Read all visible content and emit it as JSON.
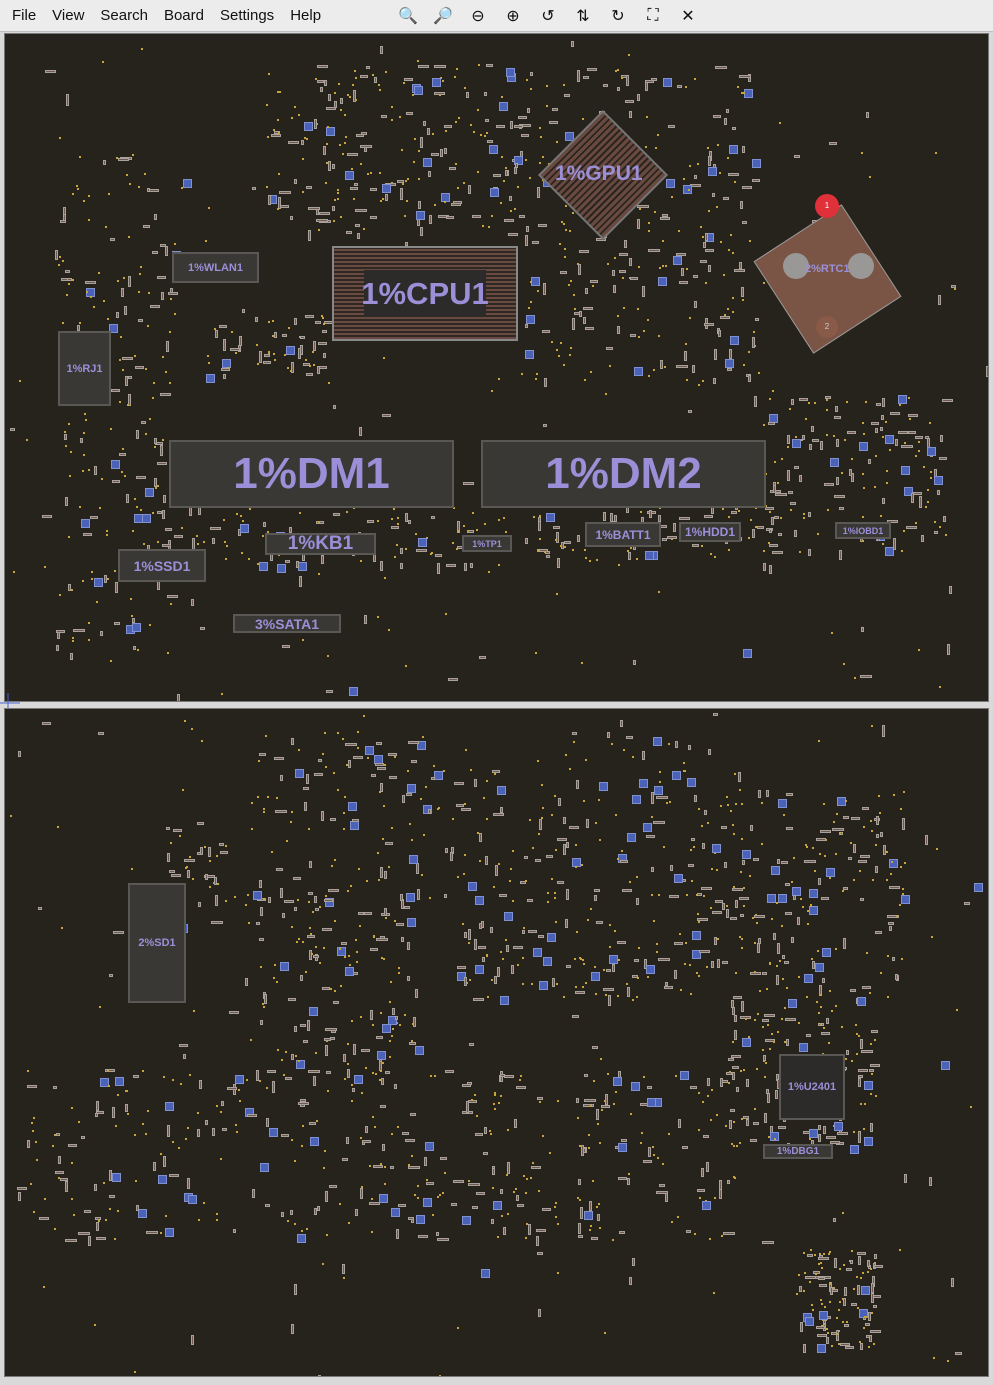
{
  "menu": [
    "File",
    "View",
    "Search",
    "Board",
    "Settings",
    "Help"
  ],
  "toolbar": [
    {
      "icon": "zoom-out-icon",
      "glyph": "🔍"
    },
    {
      "icon": "zoom-in-icon",
      "glyph": "🔎"
    },
    {
      "icon": "minus-circle-icon",
      "glyph": "⊖"
    },
    {
      "icon": "plus-circle-icon",
      "glyph": "⊕"
    },
    {
      "icon": "rotate-ccw-icon",
      "glyph": "↺"
    },
    {
      "icon": "flip-icon",
      "glyph": "⇅"
    },
    {
      "icon": "rotate-cw-icon",
      "glyph": "↻"
    },
    {
      "icon": "fit-view-icon",
      "glyph": "⛶"
    },
    {
      "icon": "close-icon",
      "glyph": "✕"
    }
  ],
  "top_side": {
    "gpu": "1%GPU1",
    "cpu": "1%CPU1",
    "rtc": "2%RTC1",
    "rtc_pins": [
      "1",
      "2"
    ],
    "components": [
      "1%WLAN1",
      "1%RJ1",
      "1%DM1",
      "1%DM2",
      "1%KB1",
      "1%SSD1",
      "3%SATA1",
      "1%TP1",
      "1%BATT1",
      "1%HDD1",
      "1%IOBD1"
    ]
  },
  "bottom_side": {
    "components": [
      "2%SD1",
      "1%U2401",
      "1%DBG1"
    ]
  },
  "colors": {
    "board": "#26221c",
    "label": "#9b90d8",
    "part": "#6f5a52",
    "blue_part": "#4a63b8"
  }
}
